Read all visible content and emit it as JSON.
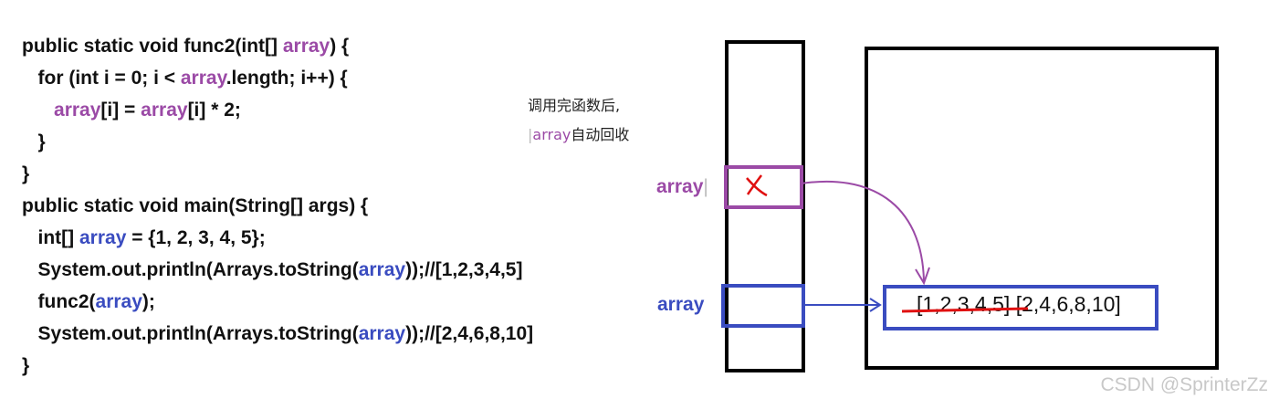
{
  "code": {
    "lines": [
      [
        {
          "t": "public static void func2(int[] "
        },
        {
          "t": "array",
          "c": "purple"
        },
        {
          "t": ") {"
        }
      ],
      [
        {
          "t": "   for (int i = 0; i < "
        },
        {
          "t": "array",
          "c": "purple"
        },
        {
          "t": ".length; i++) {"
        }
      ],
      [
        {
          "t": "      "
        },
        {
          "t": "array",
          "c": "purple"
        },
        {
          "t": "[i] = "
        },
        {
          "t": "array",
          "c": "purple"
        },
        {
          "t": "[i] * 2;"
        }
      ],
      [
        {
          "t": "   }"
        }
      ],
      [
        {
          "t": "}"
        }
      ],
      [
        {
          "t": "public static void main(String[] args) {"
        }
      ],
      [
        {
          "t": "   int[] "
        },
        {
          "t": "array",
          "c": "blue"
        },
        {
          "t": " = {1, 2, 3, 4, 5};"
        }
      ],
      [
        {
          "t": "   System.out.println(Arrays.toString("
        },
        {
          "t": "array",
          "c": "blue"
        },
        {
          "t": "));//[1,2,3,4,5]"
        }
      ],
      [
        {
          "t": "   func2("
        },
        {
          "t": "array",
          "c": "blue"
        },
        {
          "t": ");"
        }
      ],
      [
        {
          "t": "   System.out.println(Arrays.toString("
        },
        {
          "t": "array",
          "c": "blue"
        },
        {
          "t": "));//[2,4,6,8,10]"
        }
      ],
      [
        {
          "t": "}"
        }
      ]
    ]
  },
  "note": {
    "line1": "调用完函数后,",
    "line2_var": "array",
    "line2_rest": "自动回收"
  },
  "diagram": {
    "label_func_array": "array",
    "label_main_array": "array",
    "cross_mark": "×",
    "old_array": "[1,2,3,4,5]",
    "new_array": " [2,4,6,8,10]"
  },
  "watermark": "CSDN @SprinterZz",
  "colors": {
    "purple": "#9b4aa6",
    "blue": "#3a4cc0",
    "red": "#e01010"
  }
}
